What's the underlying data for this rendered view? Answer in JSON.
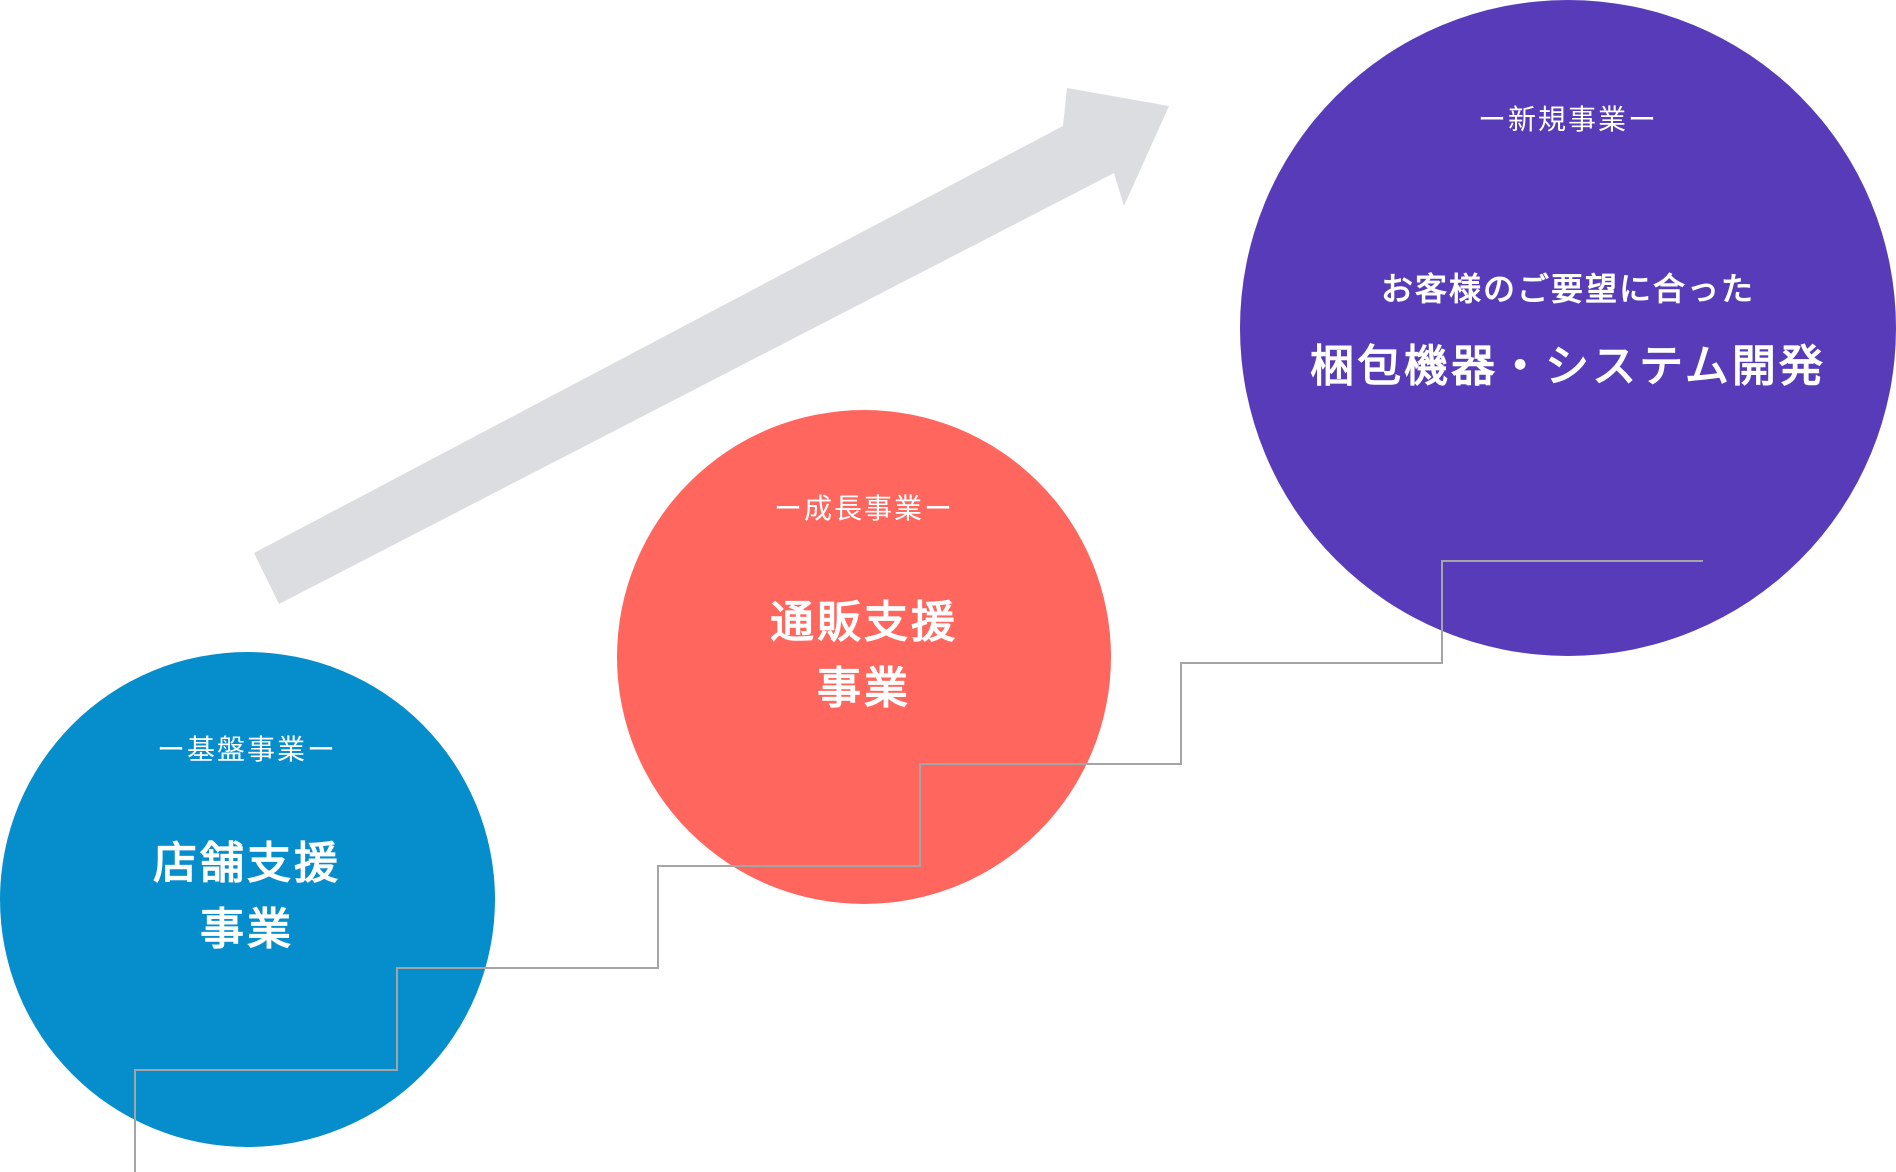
{
  "colors": {
    "base": "#068ecc",
    "growth": "#ff675e",
    "new": "#573bb8",
    "arrow": "#dcdde0",
    "stairs": "#a5a5a5"
  },
  "stages": [
    {
      "category": "ー基盤事業ー",
      "title_lines": [
        "店舗支援",
        "事業"
      ]
    },
    {
      "category": "ー成長事業ー",
      "title_lines": [
        "通販支援",
        "事業"
      ]
    },
    {
      "category": "ー新規事業ー",
      "subtitle": "お客様のご要望に合った",
      "title_lines": [
        "梱包機器・システム開発"
      ]
    }
  ]
}
